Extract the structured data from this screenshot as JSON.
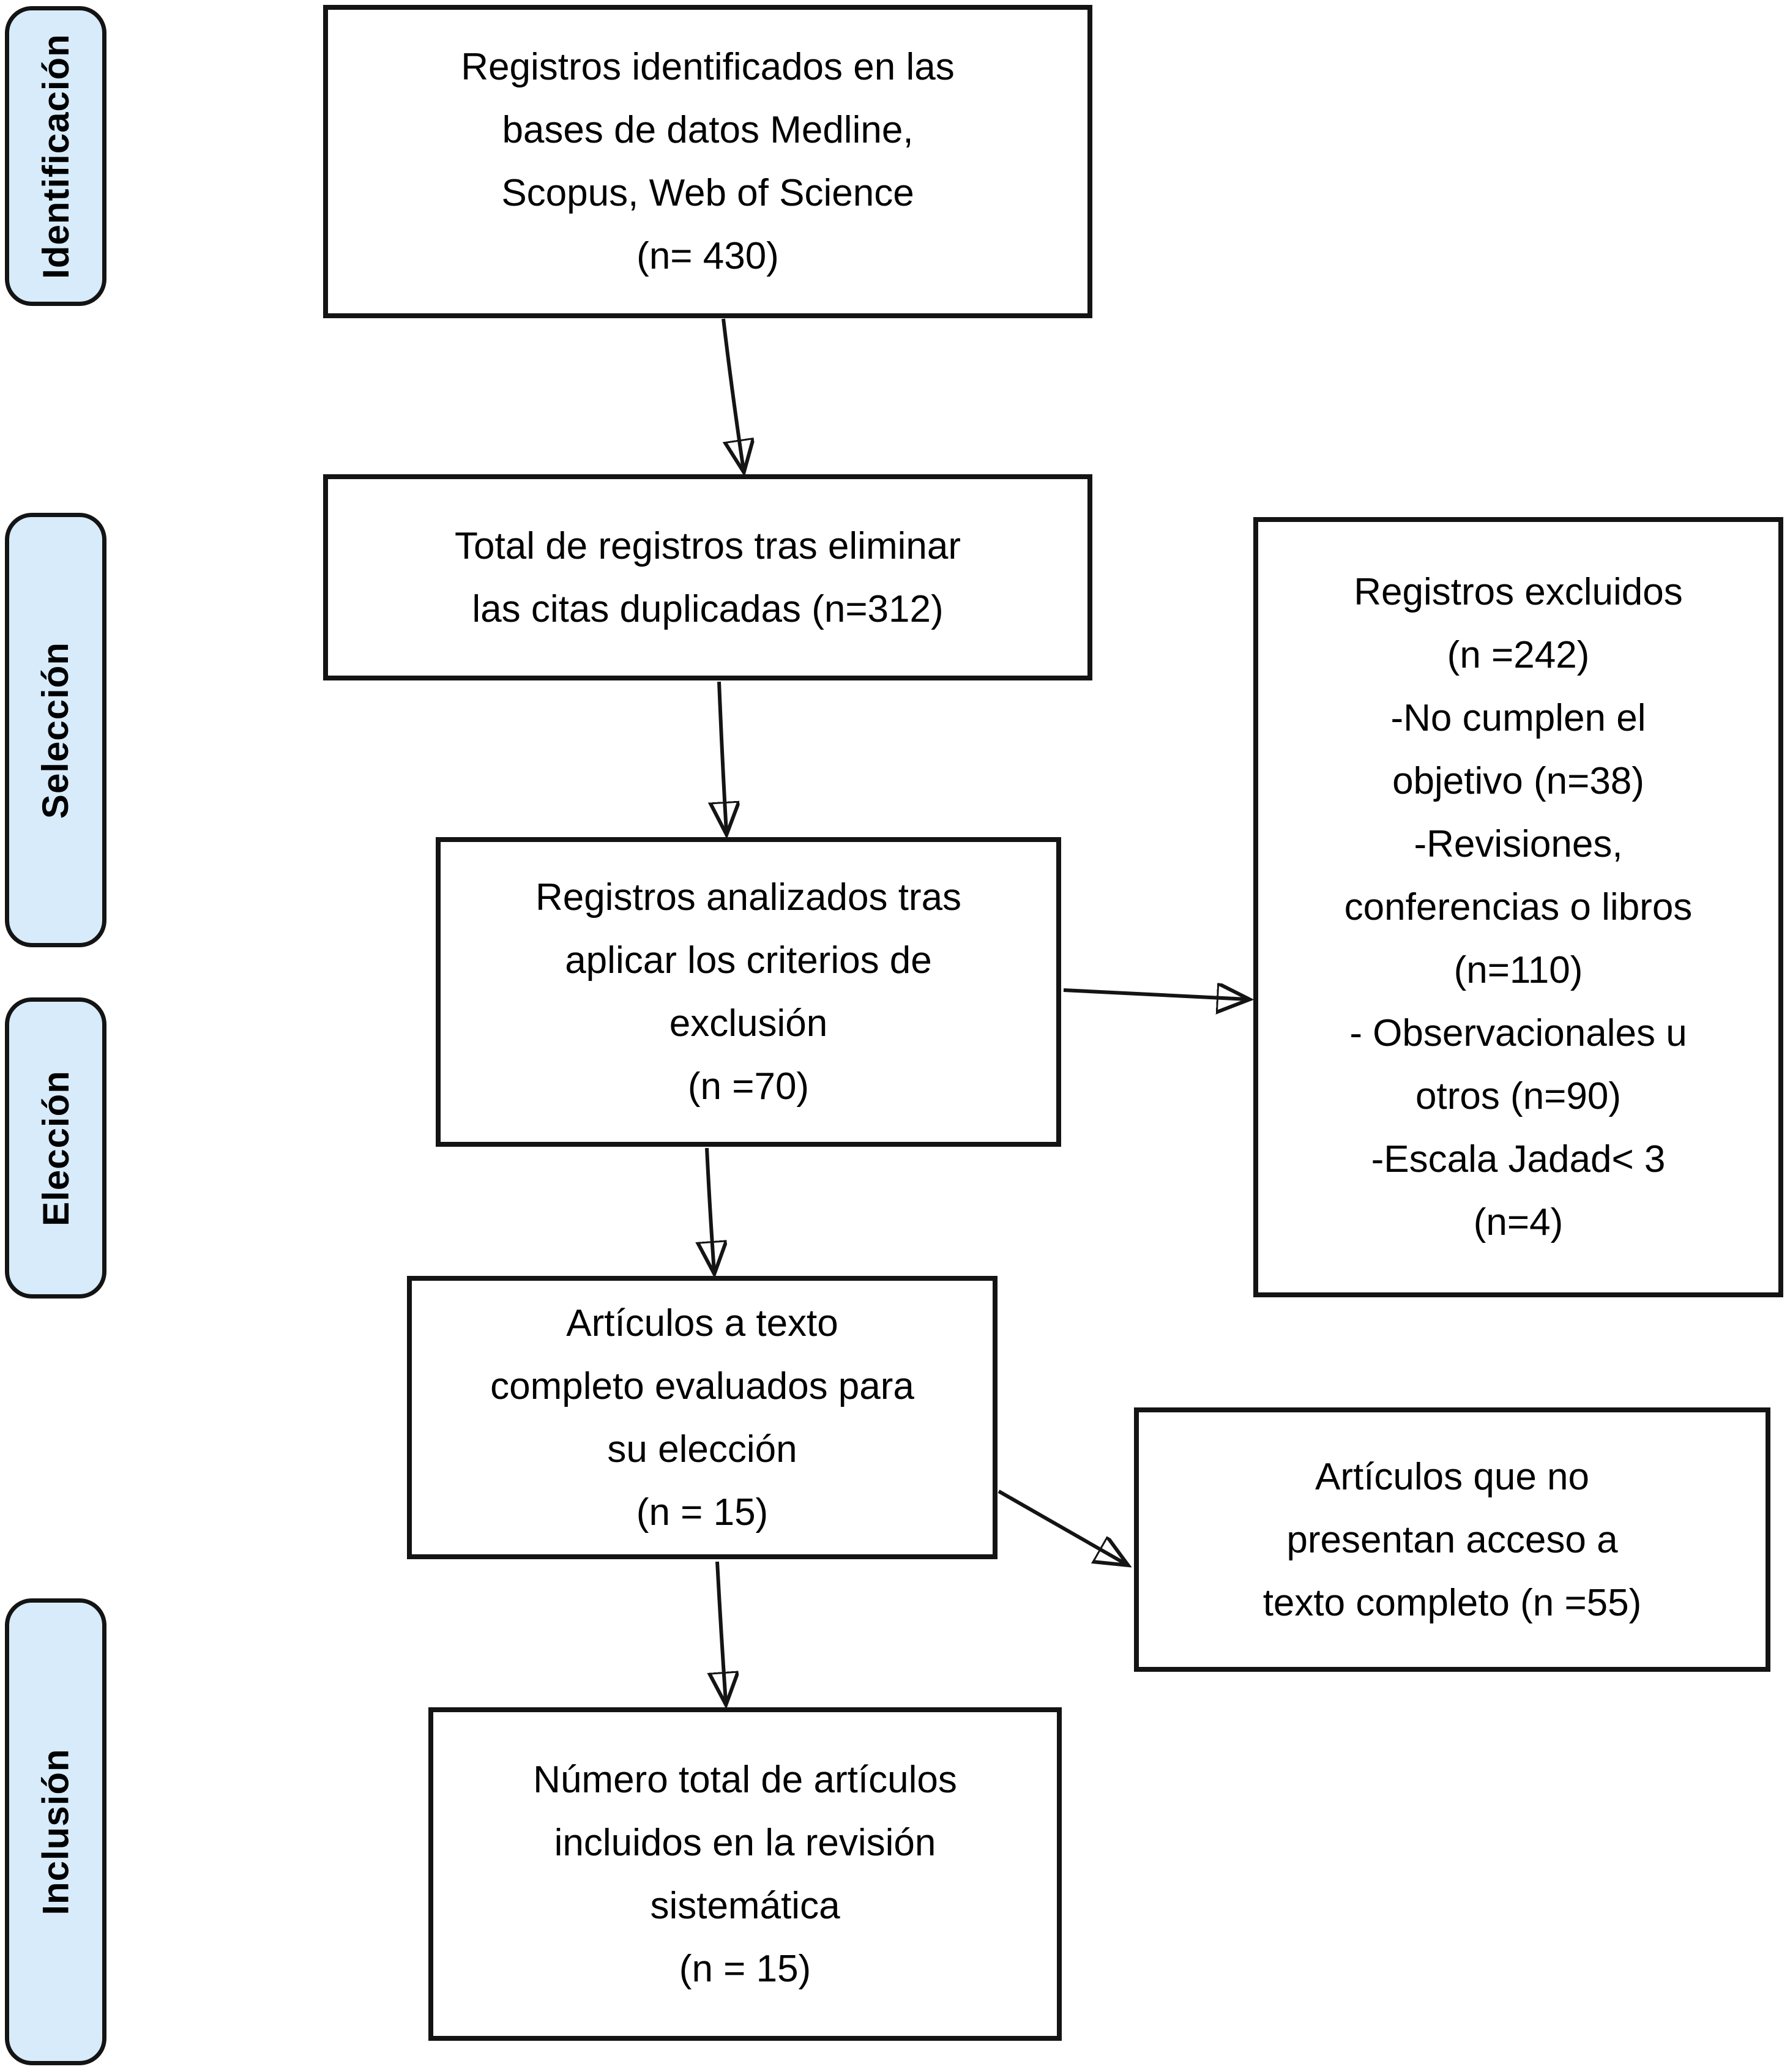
{
  "diagram": {
    "stages": [
      {
        "label": "Identificación"
      },
      {
        "label": "Selección"
      },
      {
        "label": "Elección"
      },
      {
        "label": "Inclusión"
      }
    ],
    "boxes": {
      "identified": {
        "lines": [
          "Registros identificados en las",
          "bases de datos Medline,",
          "Scopus, Web of Science",
          "(n= 430)"
        ]
      },
      "deduplicated": {
        "lines": [
          "Total de registros tras eliminar",
          "las citas duplicadas (n=312)"
        ]
      },
      "analyzed": {
        "lines": [
          "Registros analizados tras",
          "aplicar los criterios de",
          "exclusión",
          "(n =70)"
        ]
      },
      "fulltext": {
        "lines": [
          "Artículos a texto",
          "completo evaluados para",
          "su elección",
          "(n = 15)"
        ]
      },
      "included": {
        "lines": [
          "Número total de artículos",
          "incluidos en la revisión",
          "sistemática",
          "(n = 15)"
        ]
      },
      "excluded": {
        "lines": [
          "Registros excluidos",
          "(n =242)",
          "-No cumplen el",
          "objetivo (n=38)",
          "-Revisiones,",
          "conferencias o libros",
          "(n=110)",
          "- Observacionales u",
          "otros (n=90)",
          "-Escala Jadad< 3",
          "(n=4)"
        ]
      },
      "no_access": {
        "lines": [
          "Artículos que no",
          "presentan acceso a",
          "texto completo (n =55)"
        ]
      }
    },
    "colors": {
      "stage_fill": "#d7ebfa",
      "box_fill": "#ffffff",
      "line_color": "#141414"
    }
  }
}
